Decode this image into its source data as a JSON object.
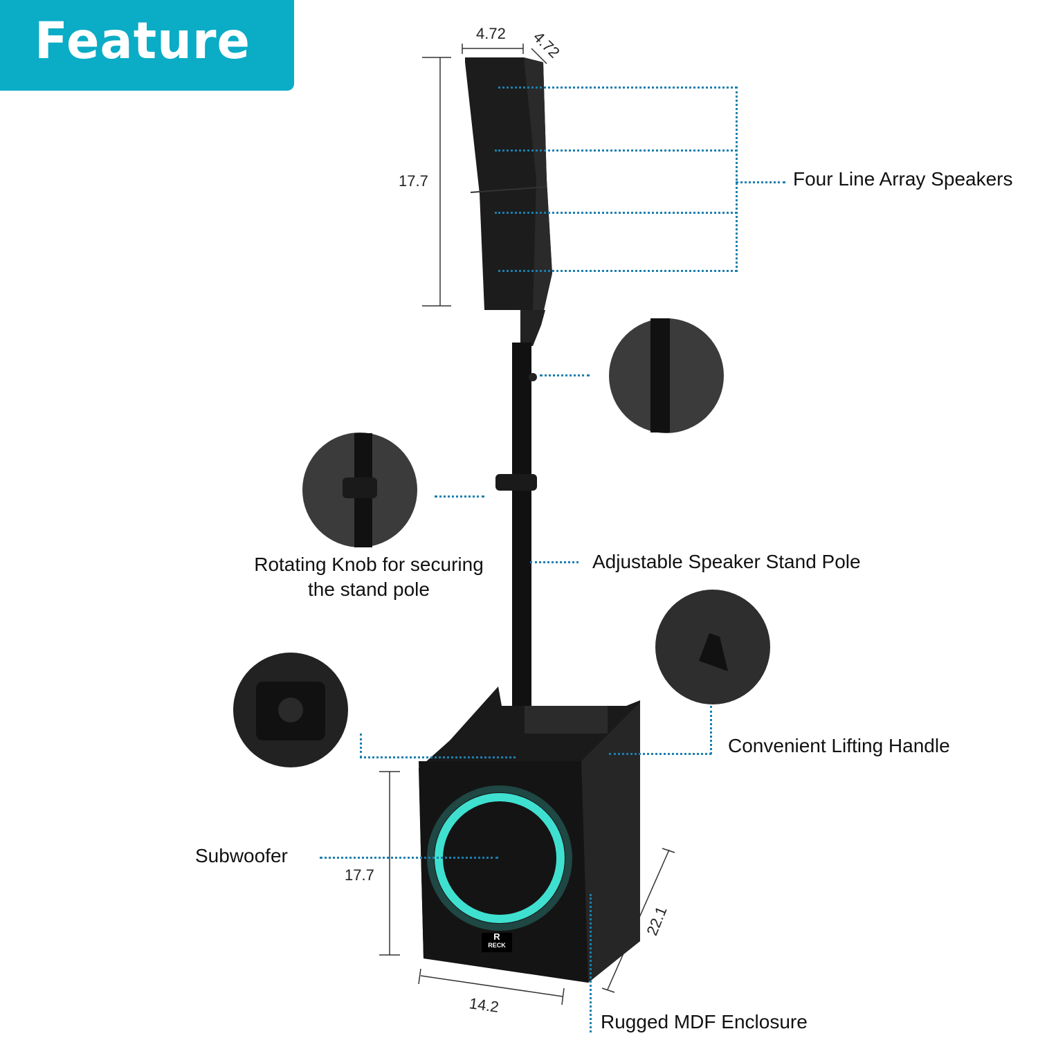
{
  "banner": {
    "title": "Feature",
    "color": "#0aacc6"
  },
  "brand": {
    "logo_letter": "R",
    "logo_text": "RECK"
  },
  "dimensions": {
    "top_width": "4.72",
    "top_depth": "4.72",
    "top_height": "17.7",
    "sub_height": "17.7",
    "sub_width": "14.2",
    "sub_depth": "22.1"
  },
  "callouts": {
    "line_array": "Four Line Array Speakers",
    "stand_pole": "Adjustable Speaker Stand Pole",
    "knob_line1": "Rotating Knob for securing",
    "knob_line2": "the stand pole",
    "handle": "Convenient Lifting Handle",
    "subwoofer": "Subwoofer",
    "enclosure": "Rugged MDF Enclosure"
  },
  "colors": {
    "accent": "#0aacc6",
    "leader": "#1b7fae",
    "ring": "#3fe0d0"
  }
}
